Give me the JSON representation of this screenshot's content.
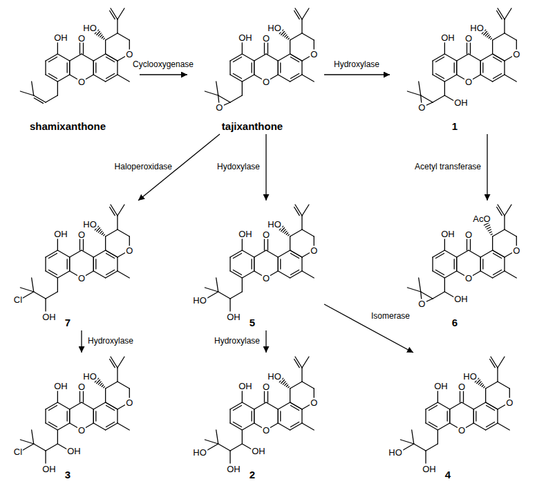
{
  "diagram": {
    "nodes": [
      {
        "text": [
          "OH",
          "O",
          "HO",
          "O",
          "O",
          "shamixanthone"
        ]
      },
      {
        "text": [
          "OH",
          "O",
          "HO",
          "O",
          "O",
          "O",
          "tajixanthone"
        ]
      },
      {
        "text": [
          "OH",
          "O",
          "HO",
          "O",
          "O",
          "OH",
          "O",
          "1"
        ]
      },
      {
        "text": [
          "OH",
          "O",
          "HO",
          "O",
          "O",
          "Cl",
          "OH",
          "7"
        ]
      },
      {
        "text": [
          "OH",
          "O",
          "HO",
          "O",
          "O",
          "HO",
          "OH",
          "5"
        ]
      },
      {
        "text": [
          "OH",
          "O",
          "AcO",
          "O",
          "O",
          "OH",
          "O",
          "6"
        ]
      },
      {
        "text": [
          "OH",
          "O",
          "HO",
          "O",
          "O",
          "Cl",
          "OH",
          "OH",
          "3"
        ]
      },
      {
        "text": [
          "OH",
          "O",
          "HO",
          "O",
          "O",
          "HO",
          "OH",
          "OH",
          "2"
        ]
      },
      {
        "text": [
          "OH",
          "O",
          "HO",
          "O",
          "O",
          "HO",
          "OH",
          "4"
        ]
      }
    ],
    "edges": [
      {
        "from": 0,
        "to": 1,
        "arrow": "to",
        "label": "Cyclooxygenase"
      },
      {
        "from": 1,
        "to": 2,
        "arrow": "to",
        "label": "Hydroxylase"
      },
      {
        "from": 2,
        "to": 5,
        "arrow": "to",
        "label": "Acetyl transferase"
      },
      {
        "from": 1,
        "to": 3,
        "arrow": "to",
        "label": "Haloperoxidase"
      },
      {
        "from": 1,
        "to": 4,
        "arrow": "to",
        "label": "Hydoxylase"
      },
      {
        "from": 3,
        "to": 6,
        "arrow": "to",
        "label": "Hydroxylase"
      },
      {
        "from": 4,
        "to": 7,
        "arrow": "to",
        "label": "Hydroxylase"
      },
      {
        "from": 4,
        "to": 8,
        "arrow": "to",
        "label": "Isomerase"
      }
    ]
  }
}
